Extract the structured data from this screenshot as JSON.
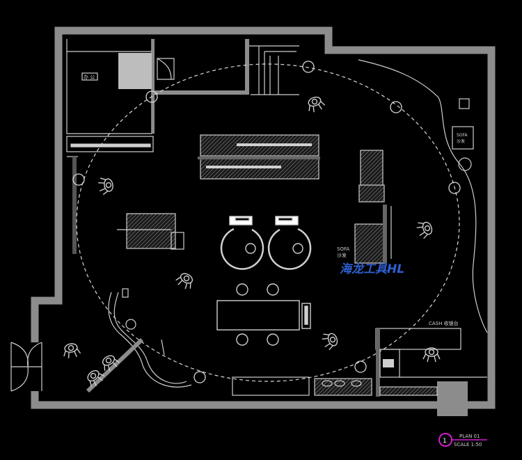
{
  "labels": {
    "room_tag": "办 公",
    "sofa_upper_en": "SOFA",
    "sofa_upper_cn": "沙发",
    "sofa_mid_en": "SOFA",
    "sofa_mid_cn": "沙发",
    "cash_counter": "CASH 收银台",
    "watermark": "海龙工具HL"
  },
  "title_block": {
    "number": "1",
    "plan_name": "PLAN 01",
    "scale": "SCALE 1:50"
  },
  "colors": {
    "background": "#000000",
    "wall": "#8c8c8c",
    "line": "#c8c8c8",
    "accent": "#d020d0",
    "watermark": "#2f5fd0"
  }
}
